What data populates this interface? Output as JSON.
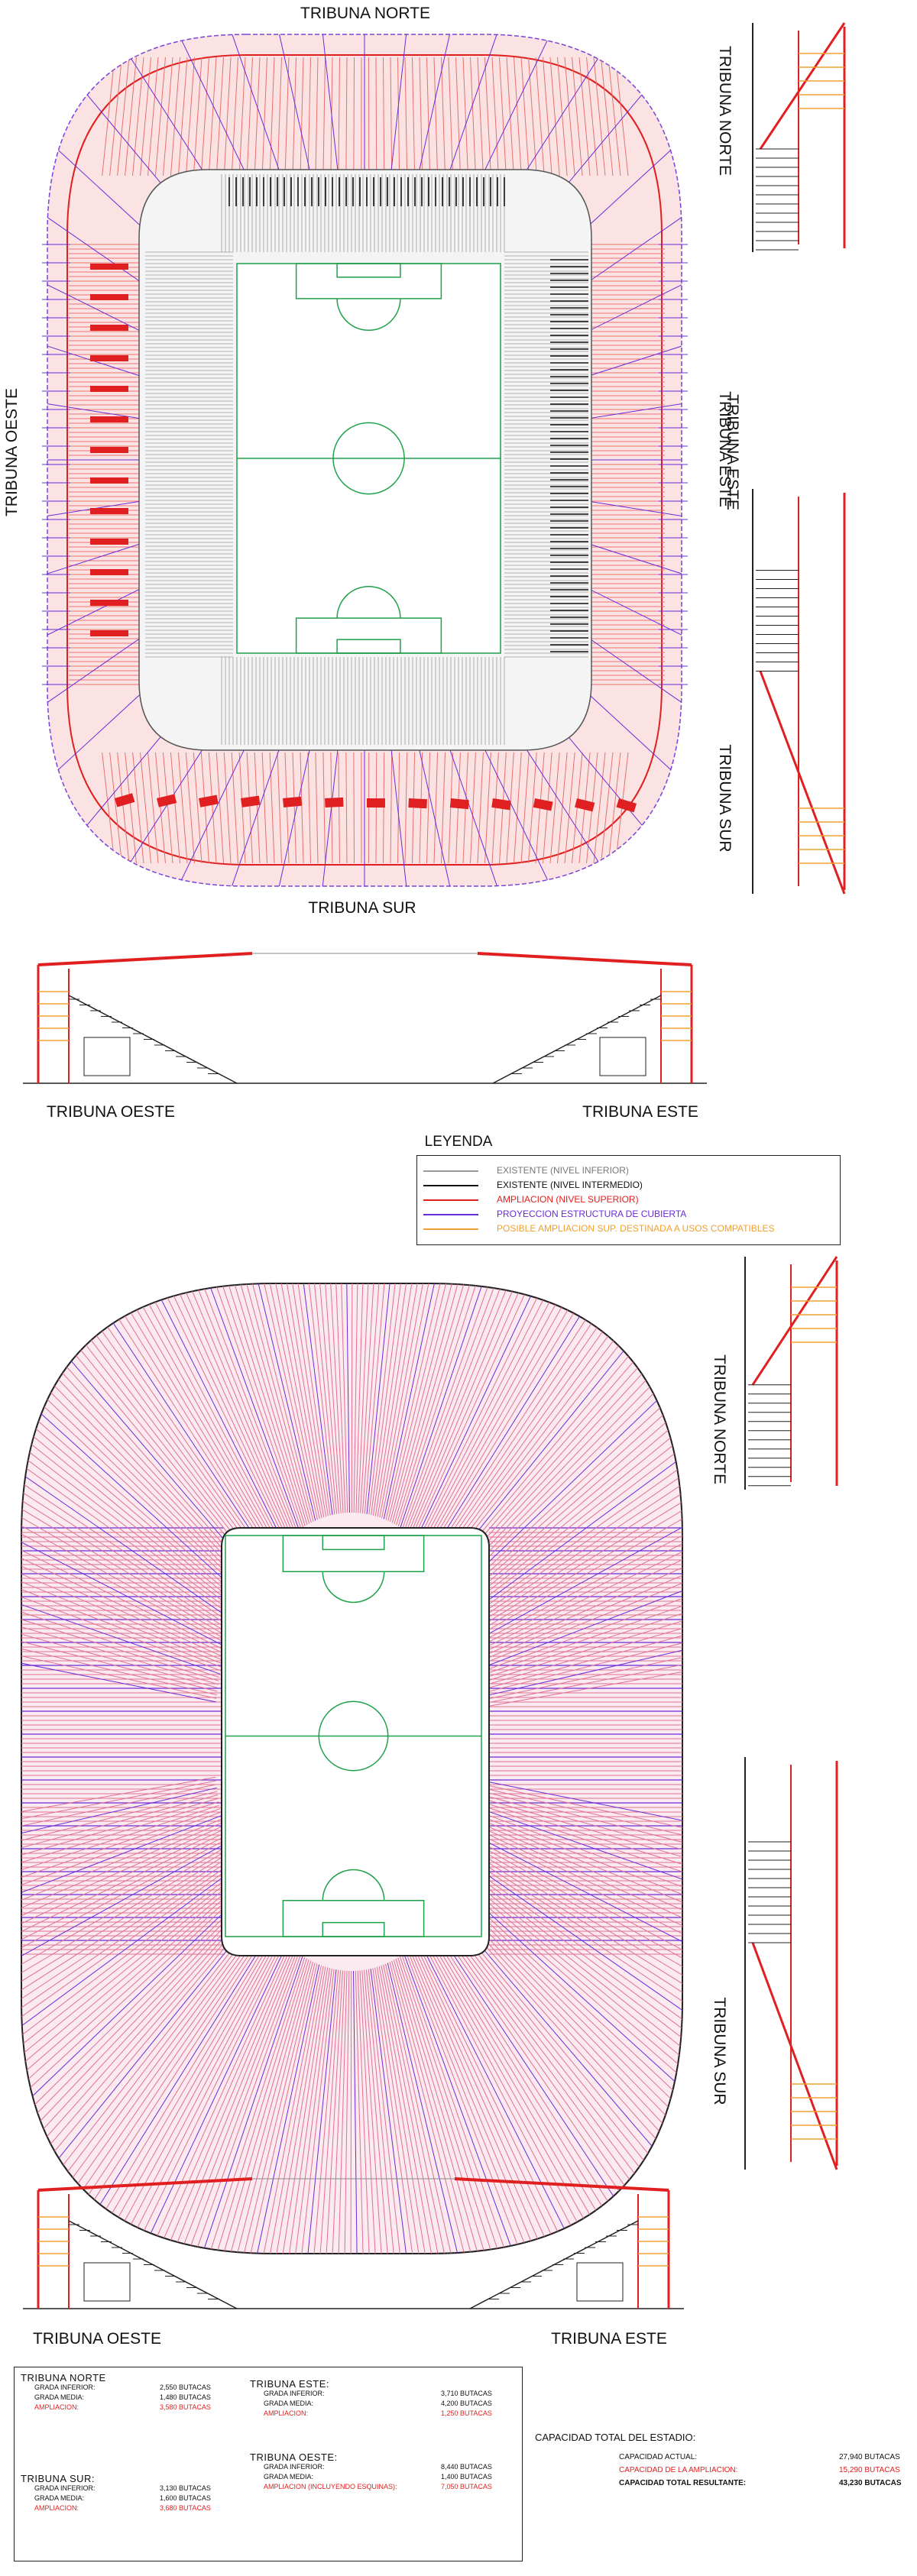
{
  "plan1": {
    "north": "TRIBUNA NORTE",
    "south": "TRIBUNA SUR",
    "west": "TRIBUNA OESTE",
    "east": "TRIBUNA ESTE"
  },
  "sections_right_top": {
    "north": "TRIBUNA NORTE",
    "east": "TRIBUNA ESTE",
    "south": "TRIBUNA SUR"
  },
  "section_bottom_1": {
    "west": "TRIBUNA OESTE",
    "east": "TRIBUNA ESTE"
  },
  "legend": {
    "title": "LEYENDA",
    "items": [
      {
        "label": "EXISTENTE (NIVEL INFERIOR)",
        "color": "#9a9a9a"
      },
      {
        "label": "EXISTENTE (NIVEL INTERMEDIO)",
        "color": "#111111"
      },
      {
        "label": "AMPLIACION (NIVEL SUPERIOR)",
        "color": "#e02020"
      },
      {
        "label": "PROYECCION ESTRUCTURA DE CUBIERTA",
        "color": "#6a2ad8"
      },
      {
        "label": "POSIBLE AMPLIACION  SUP. DESTINADA A USOS COMPATIBLES",
        "color": "#f0a030"
      }
    ]
  },
  "sections_right_bottom": {
    "north": "TRIBUNA NORTE",
    "south": "TRIBUNA SUR"
  },
  "section_bottom_2": {
    "west": "TRIBUNA OESTE",
    "east": "TRIBUNA ESTE"
  },
  "capacity": {
    "norte": {
      "title": "TRIBUNA NORTE",
      "rows": [
        {
          "label": "GRADA INFERIOR:",
          "value": "2,550 BUTACAS"
        },
        {
          "label": "GRADA MEDIA:",
          "value": "1,480 BUTACAS"
        },
        {
          "label": "AMPLIACION:",
          "value": "3,580 BUTACAS"
        }
      ]
    },
    "sur": {
      "title": "TRIBUNA SUR:",
      "rows": [
        {
          "label": "GRADA INFERIOR:",
          "value": "3,130 BUTACAS"
        },
        {
          "label": "GRADA MEDIA:",
          "value": "1,600 BUTACAS"
        },
        {
          "label": "AMPLIACION:",
          "value": "3,680 BUTACAS"
        }
      ]
    },
    "este": {
      "title": "TRIBUNA ESTE:",
      "rows": [
        {
          "label": "GRADA INFERIOR:",
          "value": "3,710 BUTACAS"
        },
        {
          "label": "GRADA MEDIA:",
          "value": "4,200 BUTACAS"
        },
        {
          "label": "AMPLIACION:",
          "value": "1,250 BUTACAS"
        }
      ]
    },
    "oeste": {
      "title": "TRIBUNA OESTE:",
      "rows": [
        {
          "label": "GRADA INFERIOR:",
          "value": "8,440 BUTACAS"
        },
        {
          "label": "GRADA MEDIA:",
          "value": "1,400 BUTACAS"
        },
        {
          "label": "AMPLIACION (INCLUYENDO ESQUINAS):",
          "value": "7,050 BUTACAS"
        }
      ]
    },
    "summary": {
      "title": "CAPACIDAD TOTAL DEL ESTADIO:",
      "rows": [
        {
          "label": "CAPACIDAD ACTUAL:",
          "value": "27,940 BUTACAS"
        },
        {
          "label": "CAPACIDAD DE LA AMPLIACION:",
          "value": "15,290 BUTACAS"
        },
        {
          "label": "CAPACIDAD TOTAL RESULTANTE:",
          "value": "43,230 BUTACAS"
        }
      ]
    }
  }
}
